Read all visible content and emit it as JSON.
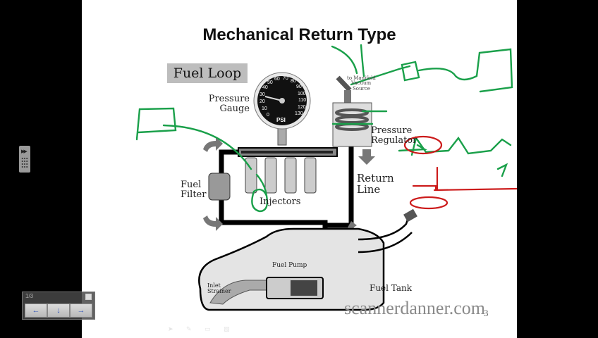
{
  "slide": {
    "title": "Mechanical Return Type",
    "badge": "Fuel Loop",
    "labels": {
      "pressure_gauge_1": "Pressure",
      "pressure_gauge_2": "Gauge",
      "vacuum_1": "to Manifold",
      "vacuum_2": "Vacuum",
      "vacuum_3": "Source",
      "regulator_1": "Pressure",
      "regulator_2": "Regulator",
      "fuel_filter_1": "Fuel",
      "fuel_filter_2": "Filter",
      "injectors": "Injectors",
      "return_1": "Return",
      "return_2": "Line",
      "fuel_pump": "Fuel Pump",
      "inlet_1": "Inlet",
      "inlet_2": "Strainer",
      "fuel_tank": "Fuel Tank"
    },
    "gauge": {
      "unit": "PSI",
      "ticks": [
        "0",
        "10",
        "20",
        "30",
        "40",
        "50",
        "60",
        "70",
        "80",
        "90",
        "100",
        "110",
        "120",
        "130"
      ],
      "reading_psi": 30,
      "max_psi": 130
    },
    "watermark": "scannerdanner.com",
    "page_number": "3",
    "annotation_colors": {
      "green": "#1aa04a",
      "red": "#cc1b1b"
    }
  },
  "player": {
    "nav_toolbar": {
      "title": "1/3",
      "prev_icon": "←",
      "down_icon": "↓",
      "next_icon": "→"
    },
    "side_widget_icon": "▶▶"
  }
}
